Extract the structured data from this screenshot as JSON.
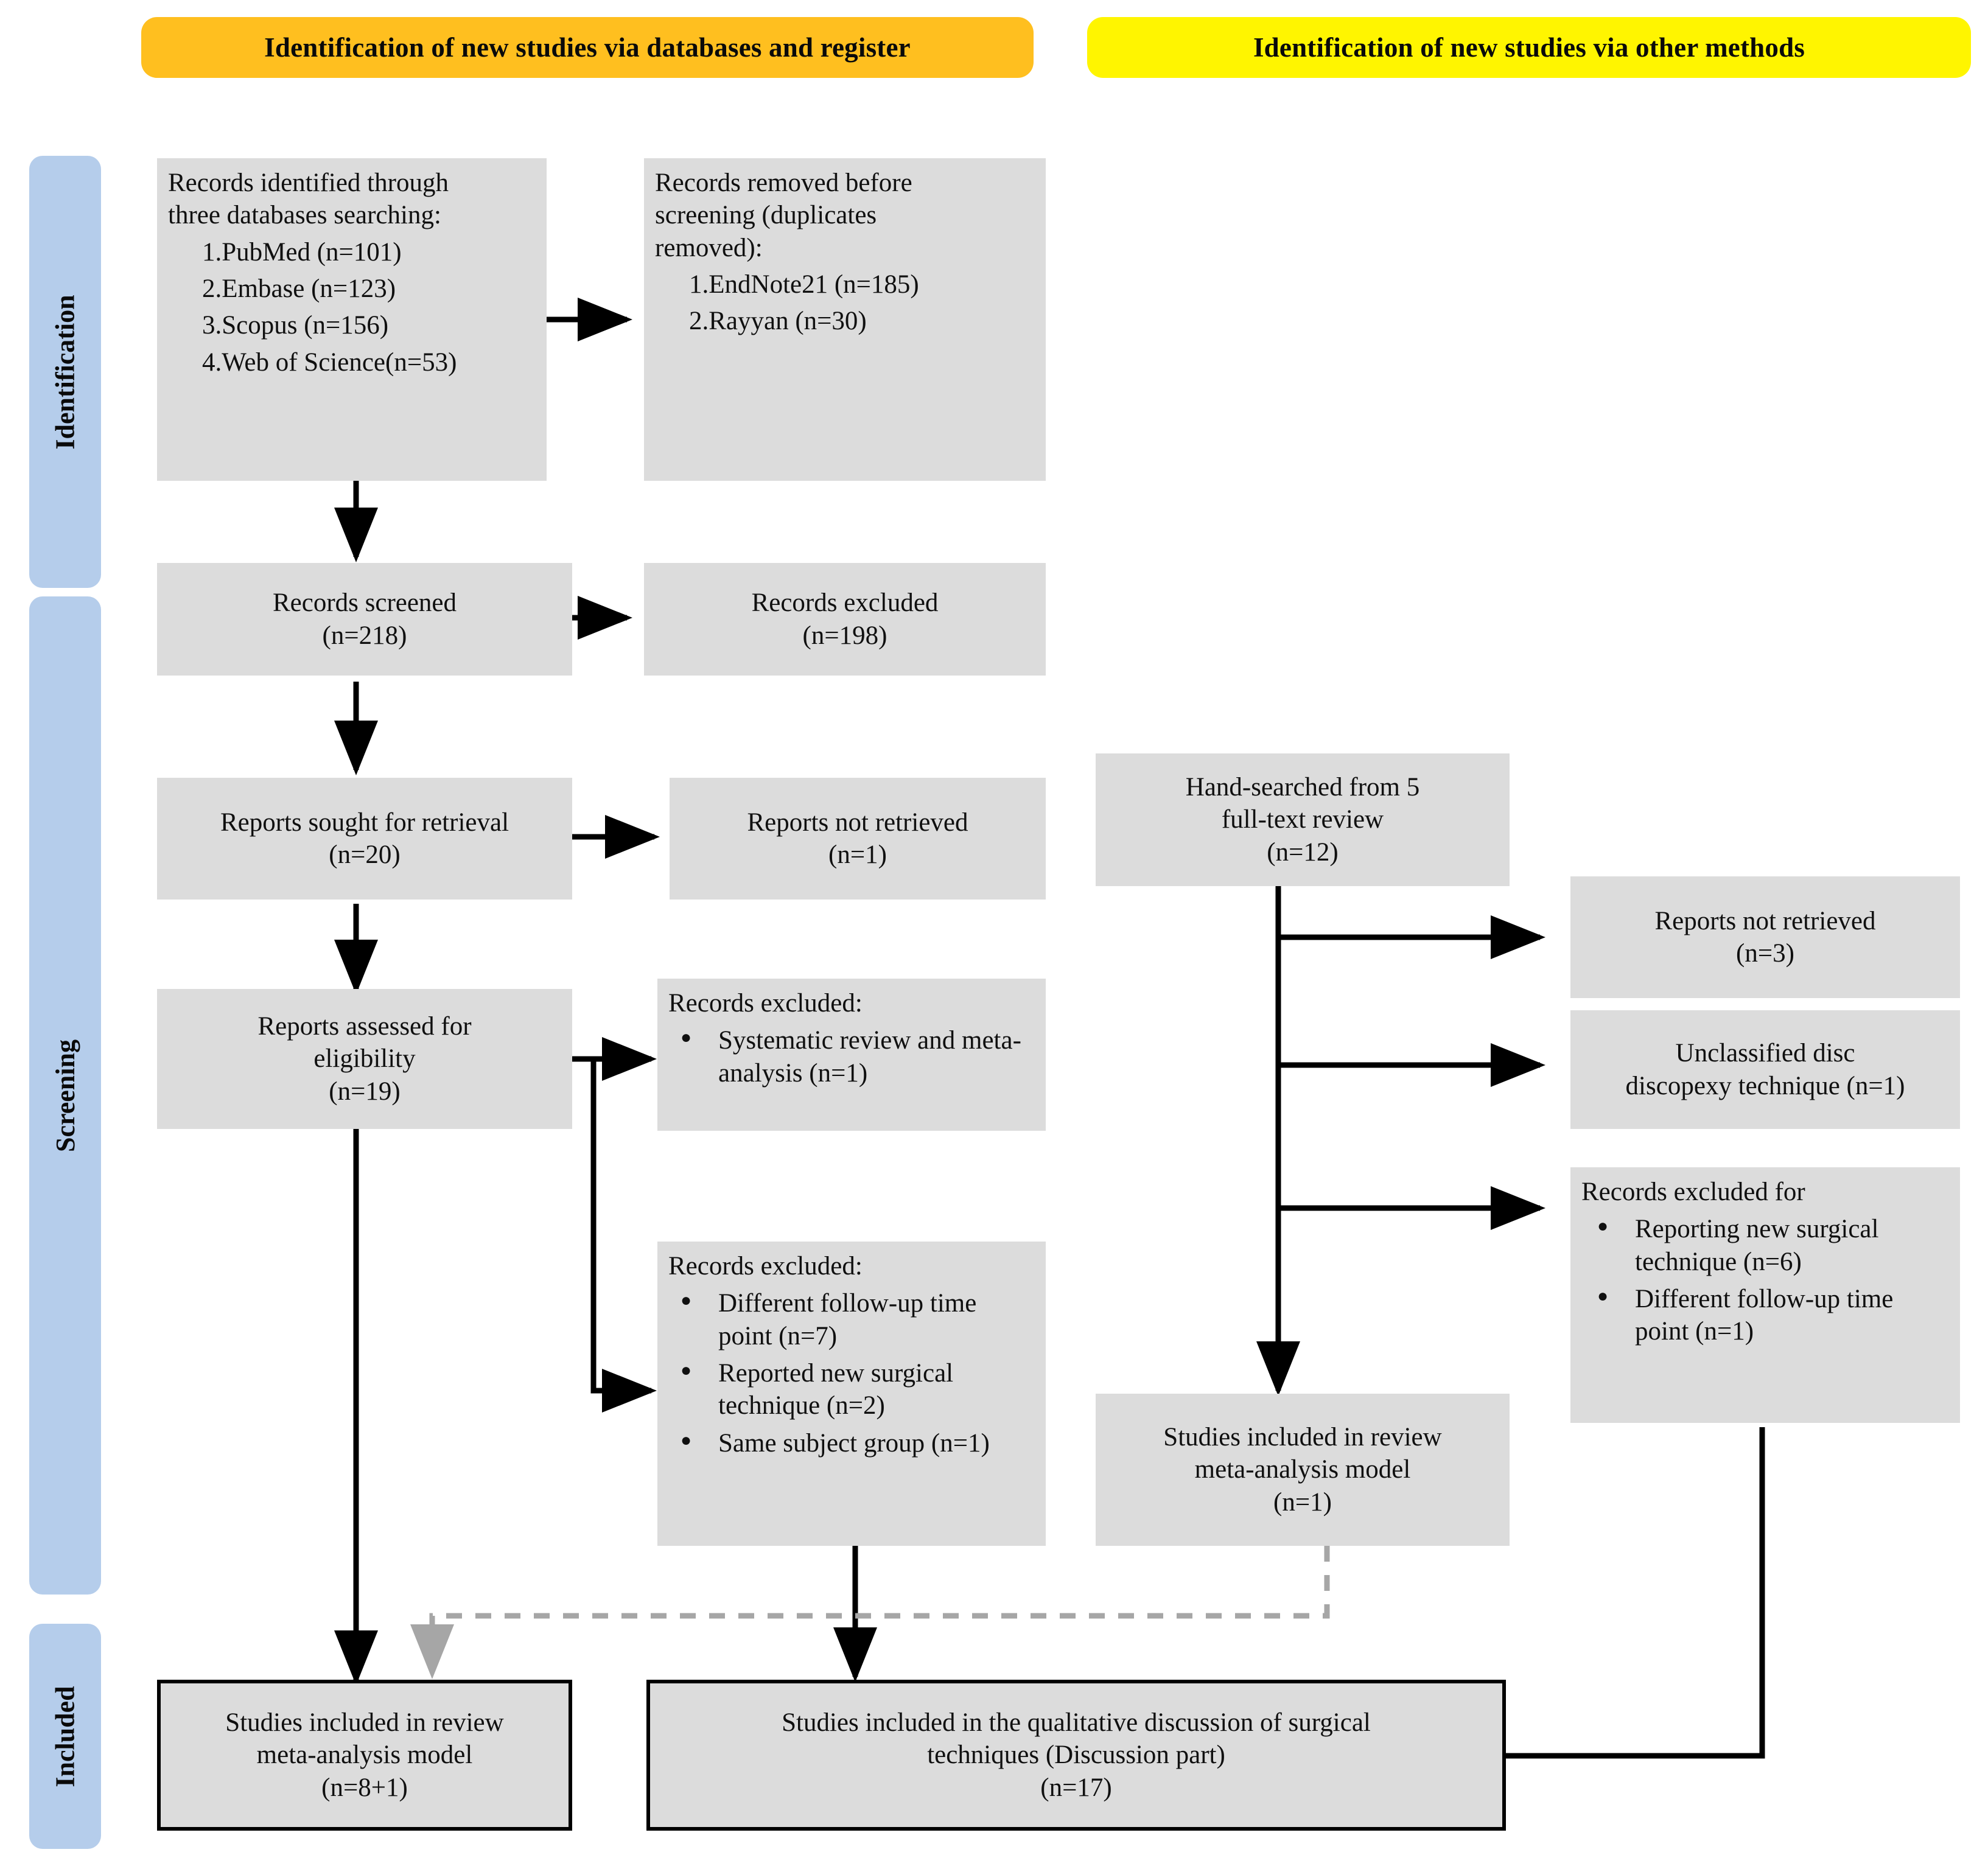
{
  "banners": {
    "databases": "Identification of new studies via databases and register",
    "other_methods": "Identification of new studies via other methods"
  },
  "stages": {
    "identification": "Identification",
    "screening": "Screening",
    "included": "Included"
  },
  "boxes": {
    "records_identified": {
      "title_l1": "Records identified through",
      "title_l2": "three databases searching:",
      "items": [
        "1.PubMed (n=101)",
        "2.Embase (n=123)",
        "3.Scopus (n=156)",
        "4.Web of Science(n=53)"
      ]
    },
    "records_removed": {
      "title_l1": "Records removed before",
      "title_l2": "screening (duplicates",
      "title_l3": "removed):",
      "items": [
        "1.EndNote21 (n=185)",
        "2.Rayyan (n=30)"
      ]
    },
    "records_screened": {
      "label": "Records screened",
      "count": "(n=218)"
    },
    "records_excluded_screen": {
      "label": "Records excluded",
      "count": "(n=198)"
    },
    "reports_sought": {
      "label": "Reports sought for retrieval",
      "count": "(n=20)"
    },
    "reports_not_retrieved_db": {
      "label": "Reports not retrieved",
      "count": "(n=1)"
    },
    "hand_searched": {
      "label_l1": "Hand-searched from 5",
      "label_l2": "full-text review",
      "count": "(n=12)"
    },
    "reports_assessed": {
      "label_l1": "Reports assessed for",
      "label_l2": "eligibility",
      "count": "(n=19)"
    },
    "records_excluded_sys": {
      "title": "Records excluded:",
      "items": [
        "Systematic review and meta-analysis (n=1)"
      ]
    },
    "records_excluded_multi": {
      "title": "Records excluded:",
      "items": [
        "Different follow-up time point (n=7)",
        "Reported new surgical technique (n=2)",
        "Same subject group (n=1)"
      ]
    },
    "reports_not_retrieved_other": {
      "label": "Reports not retrieved",
      "count": "(n=3)"
    },
    "unclassified_disc": {
      "label_l1": "Unclassified disc",
      "label_l2": "discopexy technique (n=1)"
    },
    "records_excluded_for": {
      "title": "Records excluded for",
      "items": [
        "Reporting new surgical technique (n=6)",
        "Different follow-up time point (n=1)"
      ]
    },
    "studies_included_other": {
      "label_l1": "Studies included in review",
      "label_l2": "meta-analysis model",
      "count": "(n=1)"
    },
    "studies_included_meta": {
      "label_l1": "Studies included in review",
      "label_l2": "meta-analysis model",
      "count": "(n=8+1)"
    },
    "studies_included_qual": {
      "label_l1": "Studies included in the qualitative  discussion of surgical",
      "label_l2": "techniques (Discussion part)",
      "count": "(n=17)"
    }
  },
  "colors": {
    "banner_databases": "#ffbf1f",
    "banner_other": "#fff500",
    "stage_label": "#b5cdeb",
    "box_fill": "#dcdcdc",
    "connector": "#000000",
    "connector_dashed": "#a6a6a6"
  }
}
